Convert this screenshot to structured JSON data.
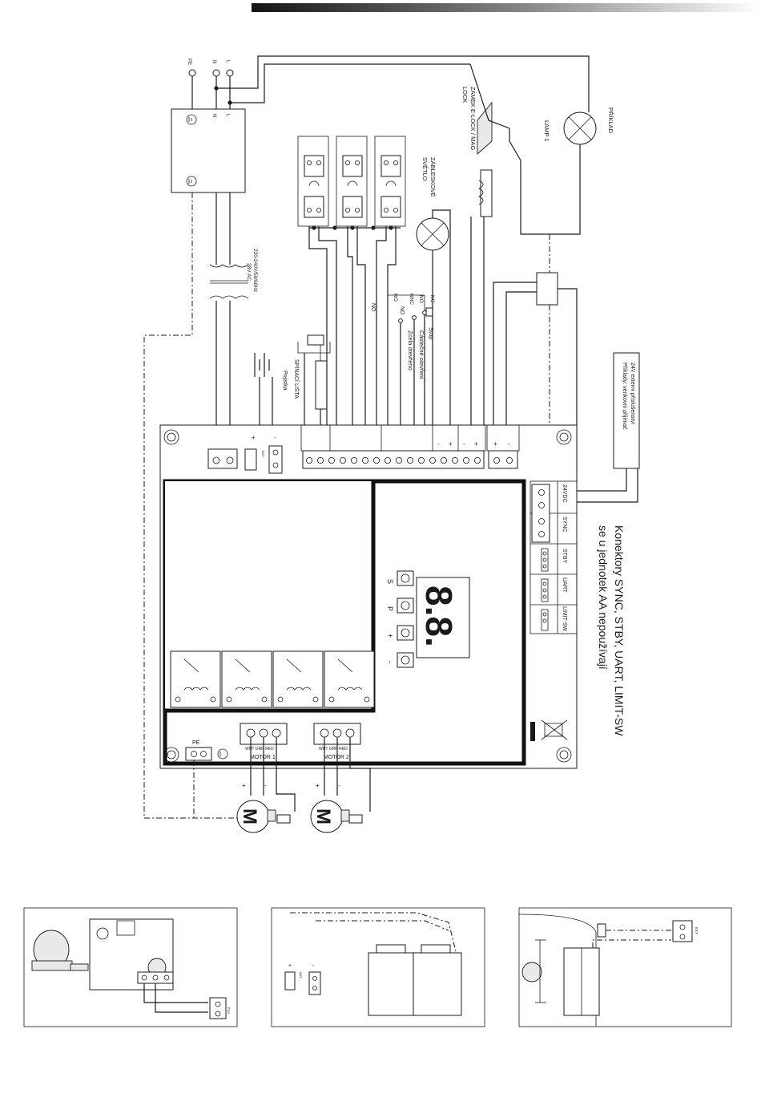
{
  "labels": {
    "pe": "PE",
    "n": "N",
    "l": "L",
    "prikad": "PŘÍKLAD",
    "lamp1": "LAMP 1",
    "zamek": "ZÁMEK E-LOCK / MAG",
    "lock": "LOCK",
    "zableskove": "ZÁBLESKOVÉ",
    "svetlo": "SVĚTLO",
    "voltage1": "220-240V/50/60Hz",
    "voltage2": "28V AC",
    "nc": "NC",
    "no": "NO",
    "nnc": "NNC",
    "stop": "Stop",
    "castecne": "Částečné otevření",
    "zcela": "Zcela otevřeno",
    "spinaci": "SPÍNACÍ LIŠTA",
    "pojistka": "Pojistka",
    "ext1": "24V externí příslušenství",
    "ext2": "Příklady: venkovní přijímač",
    "plus": "+",
    "minus": "-",
    "bat": "BAT+",
    "conn_24vdc": "24VDC",
    "conn_sync": "SYNC",
    "conn_stby": "STBY",
    "conn_uart": "UART",
    "conn_limit": "LIMIT-SW",
    "konektory": "Konektory SYNC, STBY, UART, LIMIT-SW",
    "nepouzivaji": "se u jednotek AA nepoužívají",
    "btn_s": "S",
    "btn_p": "P",
    "btn_plus": "+",
    "btn_minus": "-",
    "display": "8.8.",
    "motor1": "MOTOR 1",
    "motor2": "MOTOR 2",
    "wht_grn_red": "WHT GRN RED",
    "motor_m": "M",
    "pe_term": "PE",
    "fla": "FLA",
    "bat_small": "BAT-",
    "ext_small": "EXT"
  },
  "colors": {
    "ink": "#1a1a1a",
    "header_gradient_dark": "#141414",
    "header_gradient_light": "#ffffff"
  }
}
